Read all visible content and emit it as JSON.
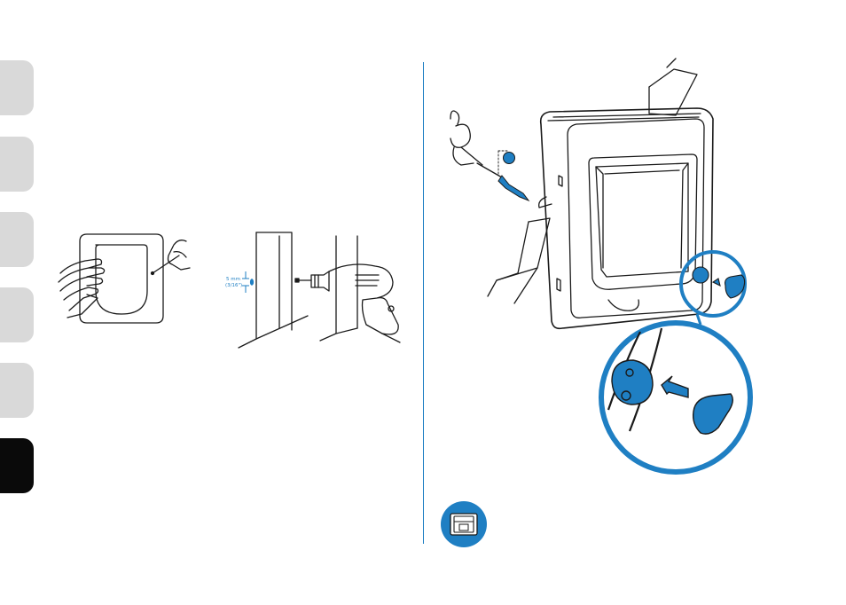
{
  "sidebar": {
    "tabs": [
      {
        "name": "section-1",
        "active": false
      },
      {
        "name": "section-2",
        "active": false
      },
      {
        "name": "section-3",
        "active": false
      },
      {
        "name": "section-4",
        "active": false
      },
      {
        "name": "section-5",
        "active": false
      },
      {
        "name": "section-6",
        "active": true
      }
    ]
  },
  "left_panel": {
    "drill_figure": {
      "dimension_mm": "5 mm",
      "dimension_in": "(3/16\")"
    }
  },
  "icons": {
    "template": "template-icon",
    "drill": "drill-icon",
    "screwdriver": "screwdriver-icon",
    "door_frame": "cat-flap-frame-icon",
    "screw_cap": "screw-cap-icon",
    "magnifier": "zoom-detail-icon"
  },
  "colors": {
    "accent": "#1f7fc3",
    "tab_inactive": "#d9d9d9",
    "tab_active": "#0a0a0a",
    "line": "#1a1a1a"
  }
}
